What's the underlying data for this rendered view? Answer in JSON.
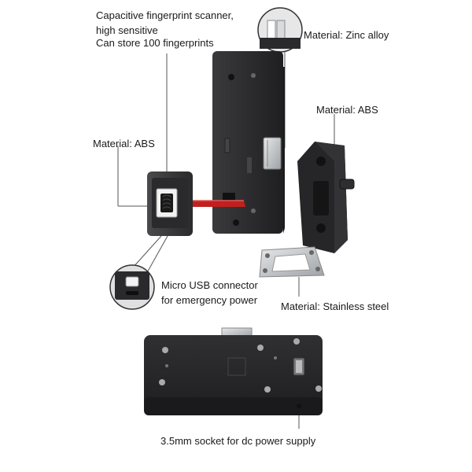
{
  "labels": {
    "scanner_line1": "Capacitive fingerprint scanner,",
    "scanner_line2": "high sensitive",
    "scanner_line3": "Can store 100 fingerprints",
    "zinc": "Material: Zinc alloy",
    "abs_right": "Material: ABS",
    "abs_left": "Material: ABS",
    "usb_line1": "Micro USB connector",
    "usb_line2": "for emergency power",
    "stainless": "Material: Stainless steel",
    "dc_socket": "3.5mm socket for dc power supply"
  },
  "colors": {
    "lock_body": "#2b2b2d",
    "cable": "#c0201e",
    "metal": "#c8cbcf"
  }
}
